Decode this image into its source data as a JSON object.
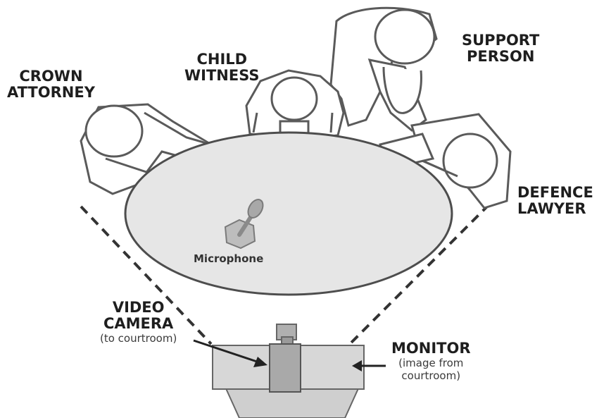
{
  "labels": {
    "crown_attorney": [
      "CROWN",
      "ATTORNEY"
    ],
    "child_witness": [
      "CHILD",
      "WITNESS"
    ],
    "support_person": [
      "SUPPORT",
      "PERSON"
    ],
    "defence_lawyer": [
      "DEFENCE",
      "LAWYER"
    ],
    "video_camera": [
      "VIDEO",
      "CAMERA"
    ],
    "video_camera_note": "(to courtroom)",
    "monitor": "MONITOR",
    "monitor_note": [
      "(image from",
      "courtroom)"
    ],
    "microphone": "Microphone"
  },
  "colors": {
    "table_fill": "#e6e6e6",
    "outline": "#555555",
    "figure_fill": "#ffffff",
    "equipment_fill": "#cfcfcf",
    "camera_fill": "#a9a9a9"
  }
}
